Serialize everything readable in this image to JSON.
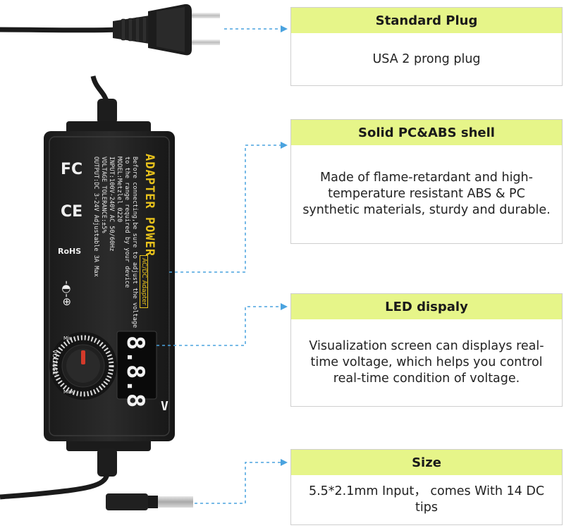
{
  "features": [
    {
      "title": "Standard Plug",
      "description": "USA 2 prong plug"
    },
    {
      "title": "Solid PC&ABS shell",
      "description": "Made of flame-retardant and high-temperature resistant ABS & PC synthetic materials, sturdy and durable."
    },
    {
      "title": "LED dispaly",
      "description": "Visualization screen can displays real-time voltage, which helps you control real-time condition of voltage."
    },
    {
      "title": "Size",
      "description": "5.5*2.1mm Input， comes With 14 DC tips"
    }
  ],
  "adapter": {
    "label_title": "ADAPTER POWER",
    "label_subtitle": "AC/DC Adapter",
    "spec_lines": [
      "Before connecting,be sure to adjust the voltage",
      "to the range required by your device",
      "MODEL:Metzlel 0220",
      "INPUT:100V-240V AC 50/60Hz",
      "VOLTAGE TOLERANCE:±5%",
      "OUTPUT:DC 3-24V Adjustable 3A Max"
    ],
    "fcc_mark": "FC",
    "ce_mark": "CE",
    "rohs_mark": "RoHS",
    "display_digits": "8.8.8",
    "display_unit": "V",
    "knob_label": "VOLTAGE",
    "knob_min": "Min",
    "knob_max": "Max",
    "polarity_symbol": "-◐-⊕",
    "accent_color": "#e6f589",
    "connector_color": "#4aa3df"
  }
}
